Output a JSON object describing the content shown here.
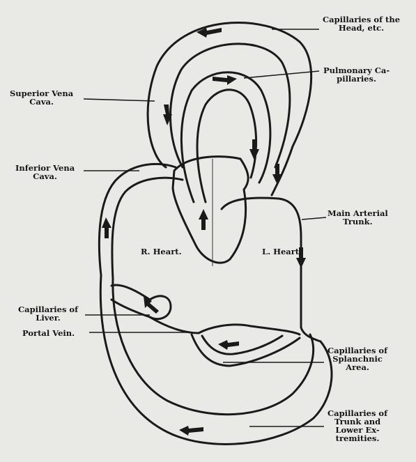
{
  "labels": {
    "head_capillaries": [
      "Capillaries of the",
      "Head, etc."
    ],
    "pulmonary_capillaries": [
      "Pulmonary Ca-",
      "pillaries."
    ],
    "superior_vena_cava": [
      "Superior Vena",
      "Cava."
    ],
    "inferior_vena_cava": [
      "Inferior Vena",
      "Cava."
    ],
    "main_arterial_trunk": [
      "Main Arterial",
      "Trunk."
    ],
    "right_heart": "R. Heart.",
    "left_heart": "L. Heart.",
    "liver_capillaries": [
      "Capillaries of",
      "Liver."
    ],
    "portal_vein": "Portal Vein.",
    "splanchnic_capillaries": [
      "Capillaries of",
      "Splanchnic",
      "Area."
    ],
    "trunk_capillaries": [
      "Capillaries of",
      "Trunk and",
      "Lower Ex-",
      "tremities."
    ]
  }
}
